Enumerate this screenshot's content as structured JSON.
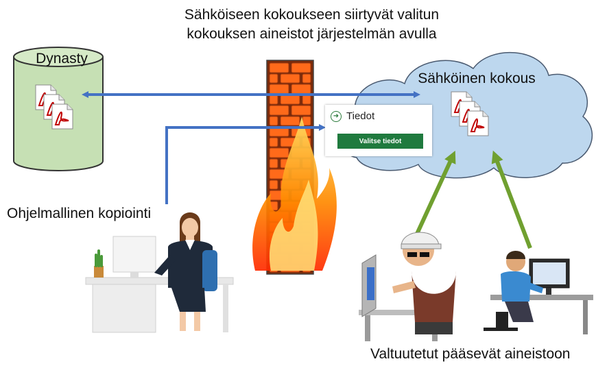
{
  "title": {
    "line1": "Sähköiseen kokoukseen siirtyvät valitun",
    "line2": "kokouksen aineistot järjestelmän avulla"
  },
  "database": {
    "label": "Dynasty",
    "icon": "database-icon",
    "fill": "#c6e0b4"
  },
  "cloud": {
    "label": "Sähköinen kokous",
    "icon": "cloud-icon",
    "fill": "#bdd7ee"
  },
  "programmatic": {
    "label": "Ohjelmallinen kopiointi"
  },
  "authorized": {
    "label": "Valtuutetut pääsevät aineistoon"
  },
  "panel": {
    "header": "Tiedot",
    "header_icon": "arrow-circle-right-icon",
    "button_label": "Valitse tiedot",
    "button_color": "#1f7a3e"
  },
  "firewall": {
    "icon": "firewall-icon"
  },
  "colors": {
    "arrow_blue": "#4472c4",
    "arrow_green": "#70a030",
    "pdf_red": "#c00000"
  }
}
